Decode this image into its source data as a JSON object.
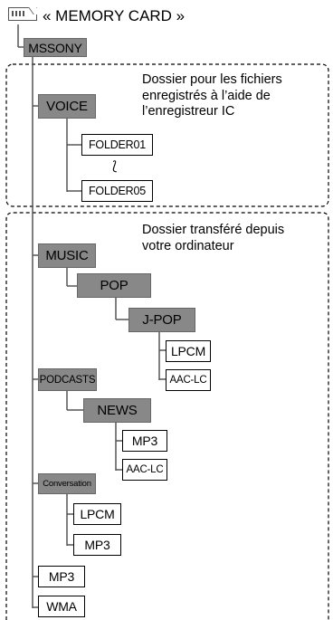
{
  "root": {
    "icon": "memory-card-icon",
    "label": "« MEMORY CARD »"
  },
  "folders": {
    "mssony": "MSSONY",
    "voice": "VOICE",
    "folder01": "FOLDER01",
    "folder05": "FOLDER05",
    "music": "MUSIC",
    "pop": "POP",
    "jpop": "J-POP",
    "podcasts": "PODCASTS",
    "news": "NEWS",
    "conversation": "Conversation"
  },
  "files": {
    "jpop_lpcm": "LPCM",
    "jpop_aac": "AAC-LC",
    "news_mp3": "MP3",
    "news_aac": "AAC-LC",
    "conv_lpcm": "LPCM",
    "conv_mp3": "MP3",
    "mp3": "MP3",
    "wma": "WMA"
  },
  "notes": {
    "recorded": "Dossier pour les fichiers\nenregistrés à l’aide de\nl’enregistreur IC",
    "transferred": "Dossier transféré depuis\nvotre ordinateur"
  },
  "ellipsis": "⟅"
}
